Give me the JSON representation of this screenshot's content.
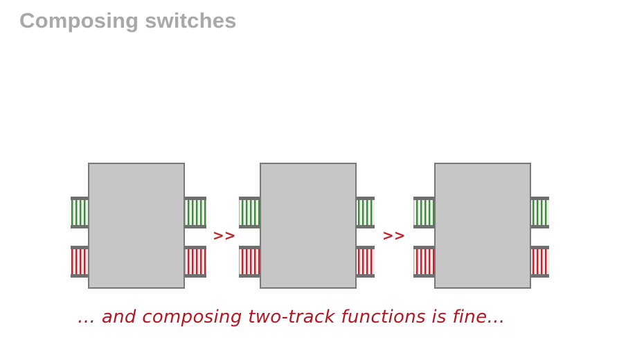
{
  "slide": {
    "title": "Composing switches"
  },
  "diagram": {
    "switch_count": 3,
    "compose_operator": ">>",
    "colors": {
      "box_fill": "#c6c6c6",
      "box_border": "#777777",
      "success_track": "#3c8a3c",
      "failure_track": "#c41f2a",
      "rail": "#6f6f6f"
    }
  },
  "caption": {
    "text": "… and composing two-track functions is fine…"
  }
}
